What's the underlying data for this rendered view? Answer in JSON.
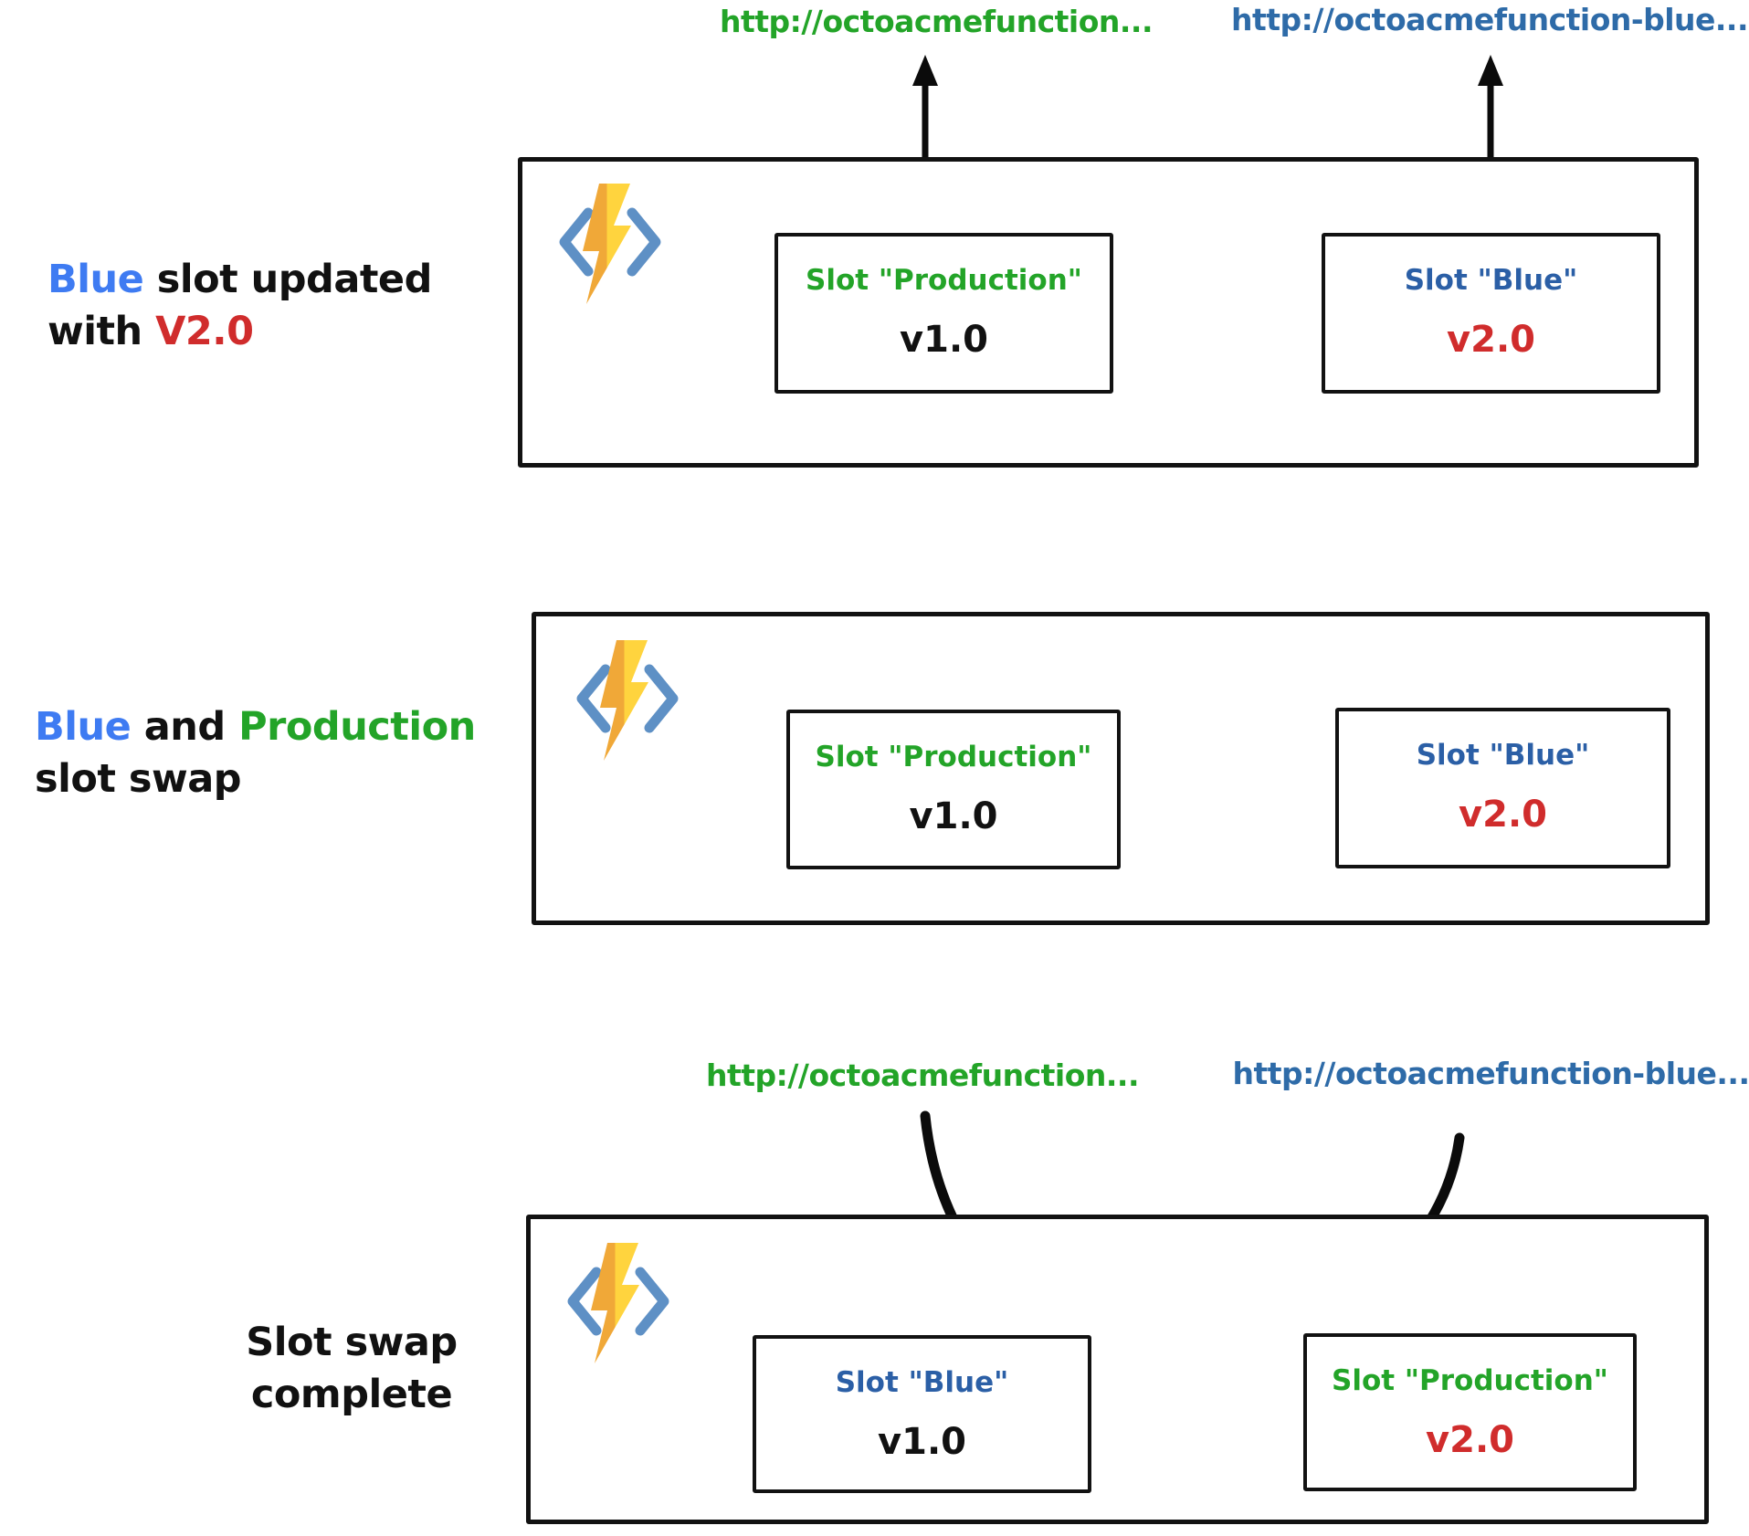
{
  "palette": {
    "bright_blue": "#3e7bf2",
    "steel_blue": "#2b5fa6",
    "url_blue": "#2e6ba8",
    "green": "#23a428",
    "red": "#d02c2c",
    "ink": "#111111",
    "icon_bracket_blue": "#5e90c5",
    "icon_bolt_dark": "#f0a838",
    "icon_bolt_light": "#ffd43e"
  },
  "urls": {
    "production_short": "http://octoacmefunction...",
    "blue_short": "http://octoacmefunction-blue..."
  },
  "icons": {
    "app": "azure-functions-icon"
  },
  "stages": [
    {
      "label": {
        "l1a": "Blue",
        "l1b": " slot updated",
        "l2a": "with ",
        "l2b": "V2.0"
      },
      "slots": {
        "left": {
          "title": "Slot \"Production\"",
          "version": "v1.0"
        },
        "right": {
          "title": "Slot \"Blue\"",
          "version": "v2.0"
        }
      }
    },
    {
      "label": {
        "l1a": "Blue",
        "l1b": " and ",
        "l1c": "Production",
        "l2a": "slot swap"
      },
      "slots": {
        "left": {
          "title": "Slot \"Production\"",
          "version": "v1.0"
        },
        "right": {
          "title": "Slot \"Blue\"",
          "version": "v2.0"
        }
      }
    },
    {
      "label": {
        "l1": "Slot swap",
        "l2": "complete"
      },
      "slots": {
        "left": {
          "title": "Slot \"Blue\"",
          "version": "v1.0"
        },
        "right": {
          "title": "Slot \"Production\"",
          "version": "v2.0"
        }
      }
    }
  ]
}
